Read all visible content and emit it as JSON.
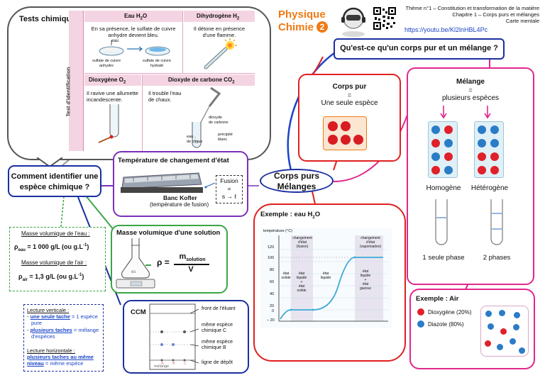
{
  "header": {
    "logo_line1": "Physique",
    "logo_line2": "Chimie",
    "logo_num": "2",
    "theme": "Thème n°1 – Constitution et transformation de la matière",
    "chapter": "Chapitre 1 – Corps purs et mélanges",
    "card": "Carte mentale",
    "url": "https://youtu.be/Kl2lnHBL4Pc"
  },
  "tests": {
    "title": "Tests chimiques",
    "side_label": "Test d'identification",
    "eau_head": "Eau H",
    "eau_sub": "2",
    "eau_tail": "O",
    "eau_text1": "En sa présence, le sulfate de cuivre",
    "eau_text2": "anhydre devient bleu.",
    "eau_lab_eau": "eau",
    "eau_lab_a1": "sulfate de cuivre",
    "eau_lab_a2": "anhydre",
    "eau_lab_b1": "sulfate de cuivre",
    "eau_lab_b2": "hydraté",
    "h2_head": "Dihydrogène H",
    "h2_sub": "2",
    "h2_text1": "Il détone en présence",
    "h2_text2": "d'une flamme.",
    "o2_head": "Dioxygène O",
    "o2_sub": "2",
    "o2_text1": "Il ravive une allumette",
    "o2_text2": "incandescente.",
    "co2_head": "Dioxyde de carbone CO",
    "co2_sub": "2",
    "co2_text1": "Il trouble l'eau",
    "co2_text2": "de chaux.",
    "co2_lab_gas1": "dioxyde",
    "co2_lab_gas2": "de carbone",
    "co2_lab_eau1": "eau",
    "co2_lab_eau2": "de chaux",
    "co2_lab_p1": "précipité",
    "co2_lab_p2": "blanc"
  },
  "identify": {
    "line1": "Comment identifier une",
    "line2": "espèce chimique ?"
  },
  "density_box": {
    "eau_label": "Masse volumique de l'eau :",
    "eau_value": "ρ",
    "eau_sub": "eau",
    "eau_eq": " = 1 000 g/L (ou g.L",
    "eau_exp": "-1",
    "eau_close": ")",
    "air_label": "Masse volumique de l'air :",
    "air_value": "ρ",
    "air_sub": "air",
    "air_eq": " = 1,3 g/L (ou g.L",
    "air_exp": "-1",
    "air_close": ")"
  },
  "reading": {
    "vert_title": "Lecture verticale :",
    "vert_l1a": "une seule tache",
    "vert_l1b": " = 1 espèce",
    "vert_l1c": "pure",
    "vert_l2a": "plusieurs taches",
    "vert_l2b": " = mélange",
    "vert_l2c": "d'espèces",
    "horiz_title": "Lecture horizontale :",
    "horiz_l1": "plusieurs taches au même",
    "horiz_l2a": "niveau",
    "horiz_l2b": " = même espèce"
  },
  "temperature": {
    "title": "Température de changement d'état",
    "bench": "Banc Kofler",
    "bench_sub": "(température de fusion)",
    "fusion": "Fusion",
    "eq": "=",
    "transition": "s → ℓ"
  },
  "masse": {
    "title": "Masse volumique d'une solution",
    "rho": "ρ = ",
    "num": "m",
    "num_sub": "solution",
    "den": "V",
    "flask_label": "es"
  },
  "ccm": {
    "title": "CCM",
    "front": "front de l'éluant",
    "same_c1": "même espèce",
    "same_c2": "chimique C",
    "same_b1": "même espèce",
    "same_b2": "chimique B",
    "depot": "ligne de dépôt",
    "mix": "mélange",
    "lane_a": "A",
    "lane_b": "B",
    "lane_c": "C"
  },
  "center": {
    "line1": "Corps purs",
    "line2": "Mélanges"
  },
  "question": {
    "text": "Qu'est-ce qu'un corps pur et un mélange ?"
  },
  "corps_pur": {
    "title": "Corps pur",
    "eq": "=",
    "desc": "Une seule espèce"
  },
  "melange": {
    "title": "Mélange",
    "eq": "=",
    "desc": "plusieurs espèces",
    "homo": "Homogène",
    "hetero": "Hétérogène",
    "phase1": "1 seule phase",
    "phase2": "2 phases"
  },
  "eau_example": {
    "title_a": "Exemple : eau H",
    "title_sub": "2",
    "title_b": "O",
    "ylabel": "température (°C)",
    "zone1_1": "changement",
    "zone1_2": "d'état",
    "zone1_3": "(fusion)",
    "zone2_1": "changement",
    "zone2_2": "d'état",
    "zone2_3": "(vaporisation)",
    "s1_1": "état",
    "s1_2": "solide",
    "s2_1": "état",
    "s2_2": "liquide",
    "s2_3": "+",
    "s2_4": "état",
    "s2_5": "solide",
    "s3_1": "état",
    "s3_2": "liquide",
    "s4_1": "état",
    "s4_2": "liquide",
    "s4_3": "+",
    "s4_4": "état",
    "s4_5": "gazeux",
    "ticks": [
      "120",
      "100",
      "80",
      "60",
      "40",
      "20",
      "0",
      "– 20"
    ]
  },
  "air_example": {
    "title": "Exemple : Air",
    "o2": "Dioxygène (20%)",
    "n2": "Diazote (80%)"
  },
  "colors": {
    "purple": "#7b2fb8",
    "green": "#3aa646",
    "blue": "#1a2fa0",
    "red": "#e02020",
    "magenta": "#e0288c",
    "orange": "#f07a14",
    "link": "#1a44c8"
  }
}
